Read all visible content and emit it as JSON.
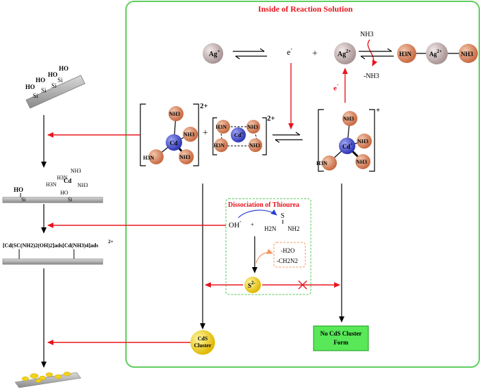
{
  "panel": {
    "title": "Inside of Reaction Solution",
    "border_color": "#5fce5f",
    "title_color": "#e8141c"
  },
  "colors": {
    "arrow_red": "#e8141c",
    "arrow_black": "#000000",
    "cd_blue": "#3b43c4",
    "nh3_orange": "#d9805a",
    "ag_grey": "#b8a8a8",
    "s_yellow": "#f2d11c",
    "box_green": "#58e858",
    "dash_green": "#4cc84c",
    "dash_orange": "#f5945c",
    "blue_curve": "#2a3fd6",
    "orange_curve": "#f5945c"
  },
  "silver": {
    "ag_plus": "Ag",
    "ag_plus_sup": "+",
    "electron": "e",
    "electron_sup": "-",
    "plus": "+",
    "ag2plus": "Ag",
    "ag2plus_sup": "2+",
    "nh3_in": "NH3",
    "nh3_out": "-NH3",
    "complex_left": "H3N",
    "complex_center": "Ag",
    "complex_center_sup": "2+",
    "complex_right": "NH3",
    "e_minus_vertical": "e",
    "e_minus_vertical_sup": "-"
  },
  "cadmium": {
    "complex1_charge": "2+",
    "complex2_charge": "2+",
    "complex3_charge": "+",
    "cd_label": "Cd",
    "cd_sup": "+",
    "nh3": "NH3",
    "h3n": "H3N",
    "plus": "+"
  },
  "thiourea": {
    "title": "Dissociation of Thiourea",
    "oh": "OH",
    "oh_sup": "-",
    "plus": "+",
    "s_atom": "S",
    "h2n": "H2N",
    "nh2": "NH2",
    "byproduct_1": "-H2O",
    "byproduct_2": "-CH2N2",
    "sulfide": "S",
    "sulfide_sup": "2-"
  },
  "cds_cluster": {
    "line1": "CdS",
    "line2": "Cluster"
  },
  "no_cds": {
    "line1": "No CdS Cluster",
    "line2": "Form"
  },
  "substrate": {
    "ho_labels": [
      "HO",
      "HO",
      "HO",
      "HO"
    ],
    "si_labels": [
      "Si",
      "Si",
      "Si",
      "Si"
    ],
    "surface_ho": "HO",
    "surface_si_1": "Si",
    "surface_si_2": "Si",
    "adsorbed_cd": "Cd",
    "adsorbed_h3n_1": "H3N",
    "adsorbed_h3n_2": "H3N",
    "adsorbed_nh3_1": "NH3",
    "adsorbed_nh3_2": "NH3",
    "adsorbed_ho": "HO",
    "adsorbed_formula": "[Cd(SC(NH2)2(OH)2]ads[Cd(NH3)4]ads",
    "adsorbed_formula_sup": "2+"
  }
}
